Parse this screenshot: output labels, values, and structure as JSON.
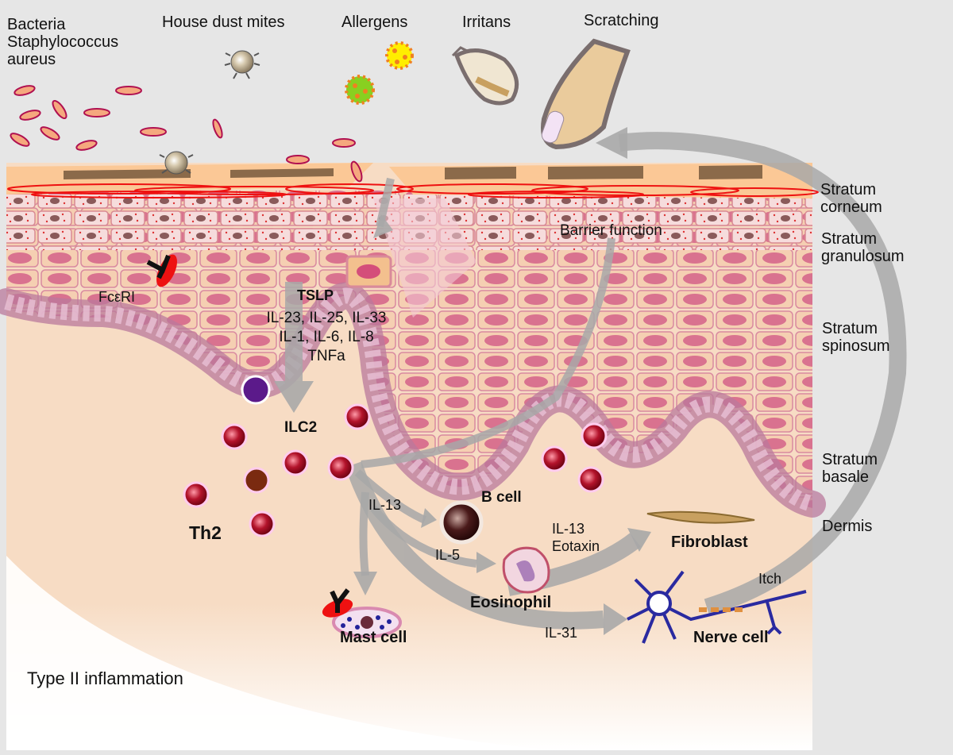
{
  "stimuli": {
    "bacteria": [
      "Bacteria",
      "Staphylococcus",
      "aureus"
    ],
    "mites": "House dust mites",
    "allergens": "Allergens",
    "irritants": "Irritans",
    "scratching": "Scratching"
  },
  "layers": {
    "corneum": [
      "Stratum",
      "corneum"
    ],
    "granulosum": [
      "Stratum",
      "granulosum"
    ],
    "spinosum": [
      "Stratum",
      "spinosum"
    ],
    "basale": [
      "Stratum",
      "basale"
    ],
    "dermis": "Dermis"
  },
  "labels": {
    "barrier": "Barrier function",
    "receptor": "FcεRI",
    "tslp": "TSLP",
    "cytokines": [
      "IL-23, IL-25, IL-33",
      "IL-1, IL-6, IL-8",
      "TNFa"
    ],
    "ilc2": "ILC2",
    "th2": "Th2",
    "bcell": "B cell",
    "il13": "IL-13",
    "il5": "IL-5",
    "eos_signal": [
      "IL-13",
      "Eotaxin"
    ],
    "fibroblast": "Fibroblast",
    "eosinophil": "Eosinophil",
    "mast": "Mast cell",
    "il31": "IL-31",
    "nerve": "Nerve cell",
    "itch": "Itch",
    "title": "Type II inflammation"
  },
  "colors": {
    "background": "#e6e6e6",
    "dermis": "#f7dcc4",
    "epidermis": "#e9a3b4",
    "arrow": "#a8a8a8",
    "tcell": "#b3132b"
  }
}
